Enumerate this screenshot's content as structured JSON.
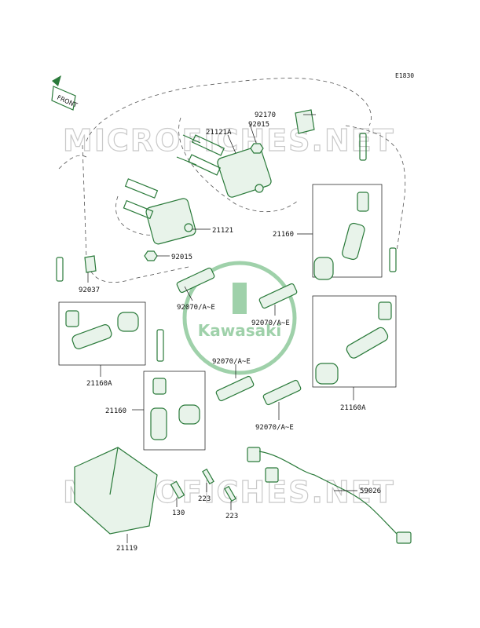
{
  "diagram_code": "E1830",
  "front_label": "FRONT",
  "watermark_text": "MICROFICHES.NET",
  "logo_text": "Kawasaki",
  "colors": {
    "parts": "#2a7a3a",
    "leader": "#111111",
    "watermark": "#c9c9c9"
  },
  "labels": {
    "l92170": "92170",
    "l92015_top": "92015",
    "l21121A": "21121A",
    "l21121": "21121",
    "l92015_mid": "92015",
    "l21160_right": "21160",
    "l92037": "92037",
    "l92070_1": "92070/A~E",
    "l92070_2": "92070/A~E",
    "l21160A_left": "21160A",
    "l92070_3": "92070/A~E",
    "l21160_mid": "21160",
    "l21160A_right": "21160A",
    "l92070_4": "92070/A~E",
    "l59026": "59026",
    "l223_a": "223",
    "l223_b": "223",
    "l130": "130",
    "l21119": "21119"
  }
}
